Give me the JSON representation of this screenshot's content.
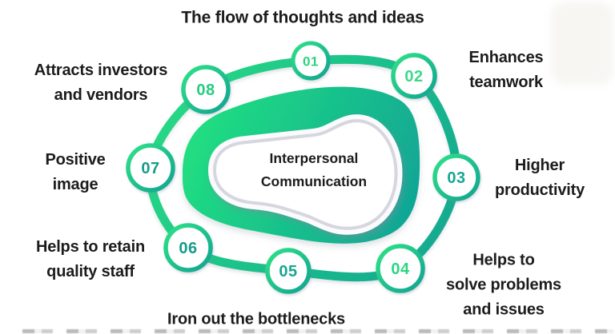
{
  "center_label": {
    "line1": "Interpersonal",
    "line2": "Communication"
  },
  "items": [
    {
      "number": "01",
      "label": "The flow of thoughts and ideas",
      "number_color": "#2bd67e"
    },
    {
      "number": "02",
      "label": "Enhances\nteamwork",
      "number_color": "#3ed889"
    },
    {
      "number": "03",
      "label": "Higher\nproductivity",
      "number_color": "#17a692"
    },
    {
      "number": "04",
      "label": "Helps to\nsolve problems\nand issues",
      "number_color": "#2bd67e"
    },
    {
      "number": "05",
      "label": "Iron out the bottlenecks",
      "number_color": "#17a692"
    },
    {
      "number": "06",
      "label": "Helps to retain\nquality staff",
      "number_color": "#159c8c"
    },
    {
      "number": "07",
      "label": "Positive\nimage",
      "number_color": "#159c8c"
    },
    {
      "number": "08",
      "label": "Attracts investors\nand vendors",
      "number_color": "#25cd80"
    }
  ],
  "colors": {
    "green": "#29DF83",
    "teal": "#10A392",
    "circle_green": "#2FE287",
    "blob_green": "#22E180",
    "blob_teal": "#10A496",
    "white_blob_border": "#d6d6e0",
    "label_text": "#1c1c1e"
  }
}
